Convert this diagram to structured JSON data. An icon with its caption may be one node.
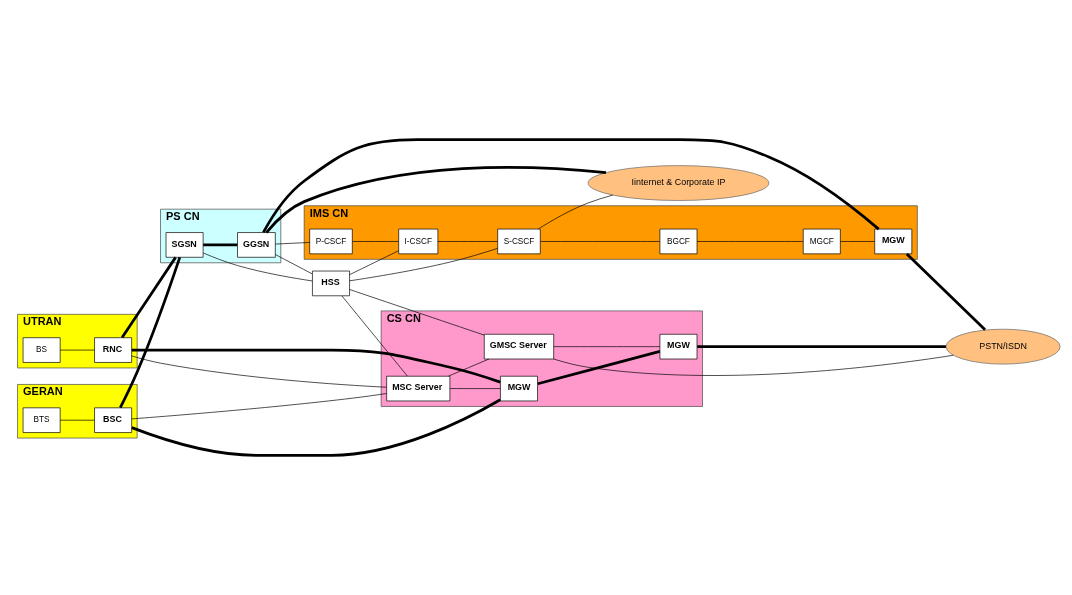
{
  "diagram": {
    "nodes": [
      {
        "text": [
          "Iinternet & Corporate IP"
        ]
      },
      {
        "text": [
          "PS CN"
        ]
      },
      {
        "text": [
          "SGSN"
        ],
        "in": 1
      },
      {
        "text": [
          "GGSN"
        ],
        "in": 1
      },
      {
        "text": [
          "UTRAN"
        ]
      },
      {
        "text": [
          "BS"
        ],
        "in": 4
      },
      {
        "text": [
          "RNC"
        ],
        "in": 4
      },
      {
        "text": [
          "IMS CN"
        ]
      },
      {
        "text": [
          "P-CSCF"
        ],
        "in": 7
      },
      {
        "text": [
          "MGW"
        ],
        "in": 7
      },
      {
        "text": [
          "HSS"
        ]
      },
      {
        "text": [
          "I-CSCF"
        ],
        "in": 7
      },
      {
        "text": [
          "MGCF"
        ],
        "in": 7
      },
      {
        "text": [
          "S-CSCF"
        ],
        "in": 7
      },
      {
        "text": [
          "BGCF"
        ],
        "in": 7
      },
      {
        "text": [
          "GERAN"
        ]
      },
      {
        "text": [
          "BTS"
        ],
        "in": 15
      },
      {
        "text": [
          "BSC"
        ],
        "in": 15
      },
      {
        "text": [
          "CS CN"
        ]
      },
      {
        "text": [
          "MSC Server"
        ],
        "in": 18
      },
      {
        "text": [
          "GMSC Server"
        ],
        "in": 18
      },
      {
        "text": [
          "MGW"
        ],
        "in": 18
      },
      {
        "text": [
          "MGW"
        ],
        "in": 18
      },
      {
        "text": [
          "PSTN/ISDN"
        ]
      }
    ],
    "edges": [
      {
        "from": 5,
        "to": 6,
        "arrow": "none"
      },
      {
        "from": 6,
        "to": 2,
        "arrow": "none",
        "style": "thick"
      },
      {
        "from": 2,
        "to": 3,
        "arrow": "none",
        "style": "thick"
      },
      {
        "from": 3,
        "to": 0,
        "arrow": "none",
        "style": "thick"
      },
      {
        "from": 3,
        "to": 9,
        "arrow": "none",
        "style": "thick"
      },
      {
        "from": 3,
        "to": 8,
        "arrow": "none"
      },
      {
        "from": 2,
        "to": 10,
        "arrow": "none"
      },
      {
        "from": 3,
        "to": 10,
        "arrow": "none"
      },
      {
        "from": 6,
        "to": 19,
        "arrow": "none"
      },
      {
        "from": 6,
        "to": 21,
        "arrow": "none",
        "style": "thick"
      },
      {
        "from": 17,
        "to": 2,
        "arrow": "none",
        "style": "thick"
      },
      {
        "from": 16,
        "to": 17,
        "arrow": "none"
      },
      {
        "from": 17,
        "to": 19,
        "arrow": "none"
      },
      {
        "from": 17,
        "to": 21,
        "arrow": "none",
        "style": "thick"
      },
      {
        "from": 10,
        "to": 19,
        "arrow": "none"
      },
      {
        "from": 10,
        "to": 20,
        "arrow": "none"
      },
      {
        "from": 10,
        "to": 11,
        "arrow": "none"
      },
      {
        "from": 10,
        "to": 13,
        "arrow": "none"
      },
      {
        "from": 8,
        "to": 11,
        "arrow": "none"
      },
      {
        "from": 11,
        "to": 13,
        "arrow": "none"
      },
      {
        "from": 13,
        "to": 0,
        "arrow": "none"
      },
      {
        "from": 13,
        "to": 14,
        "arrow": "none"
      },
      {
        "from": 14,
        "to": 12,
        "arrow": "none"
      },
      {
        "from": 12,
        "to": 9,
        "arrow": "none"
      },
      {
        "from": 9,
        "to": 23,
        "arrow": "none",
        "style": "thick"
      },
      {
        "from": 19,
        "to": 20,
        "arrow": "none"
      },
      {
        "from": 19,
        "to": 21,
        "arrow": "none"
      },
      {
        "from": 20,
        "to": 22,
        "arrow": "none"
      },
      {
        "from": 21,
        "to": 22,
        "arrow": "none",
        "style": "thick"
      },
      {
        "from": 20,
        "to": 23,
        "arrow": "none"
      },
      {
        "from": 22,
        "to": 23,
        "arrow": "none",
        "style": "thick"
      }
    ]
  }
}
